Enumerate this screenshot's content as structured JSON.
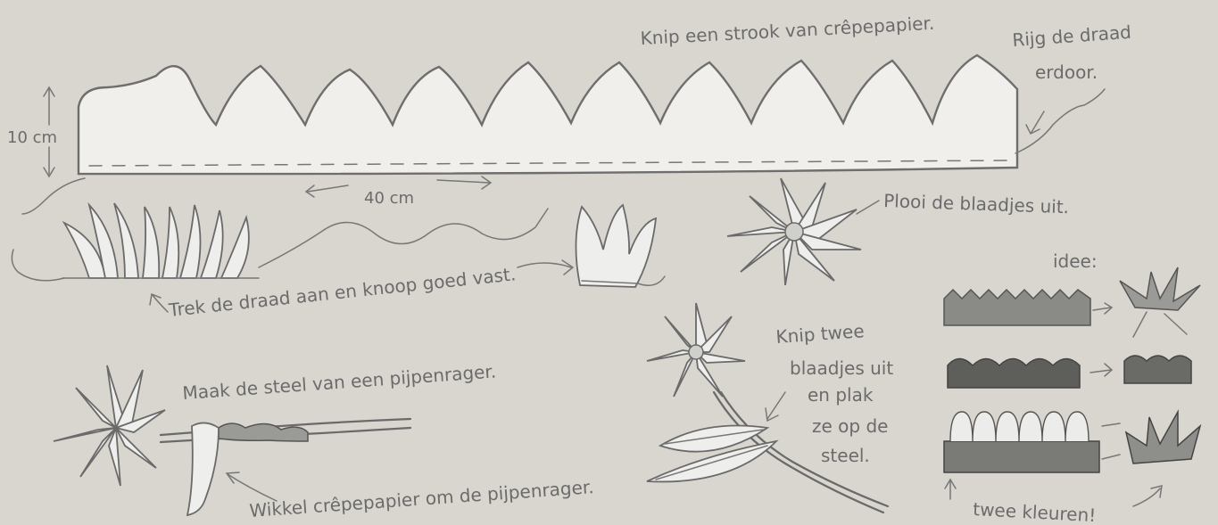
{
  "labels": {
    "step_cut": "Knip een strook van crêpepapier.",
    "step_thread_line1": "Rijg de draad",
    "step_thread_line2": "erdoor.",
    "height": "10 cm",
    "width": "40 cm",
    "step_pull": "Trek de draad aan en knoop goed vast.",
    "step_fold": "Plooi de blaadjes uit.",
    "idea": "idee:",
    "step_leaves_line1": "Knip twee",
    "step_leaves_line2": "blaadjes uit",
    "step_leaves_line3": "en plak",
    "step_leaves_line4": "ze op de",
    "step_leaves_line5": "steel.",
    "step_stem": "Maak de steel van een pijpenrager.",
    "step_wrap": "Wikkel crêpepapier om de pijpenrager.",
    "two_colors": "twee kleuren!"
  },
  "colors": {
    "background": "#d9d6cf",
    "paper": "#f0efeb",
    "pencil": "#6a6a6a"
  }
}
